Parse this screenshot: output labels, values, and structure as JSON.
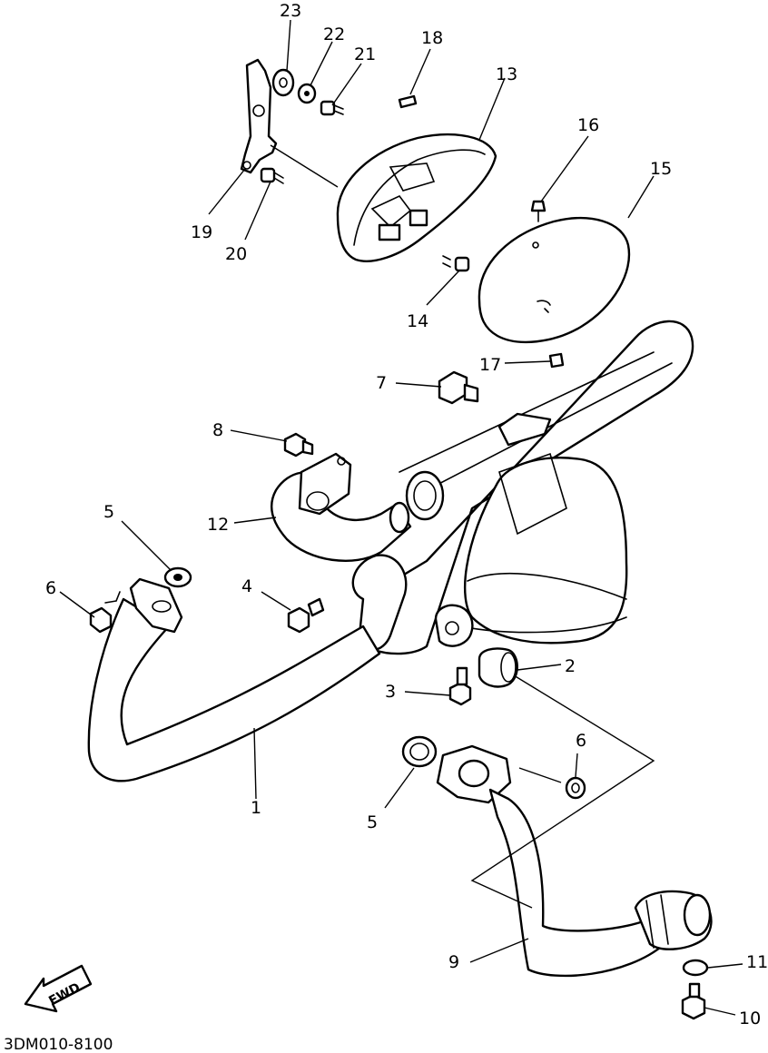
{
  "diagram": {
    "drawing_code": "3DM010-8100",
    "direction_badge": "FWD",
    "callouts": {
      "c1": "1",
      "c2": "2",
      "c3": "3",
      "c4": "4",
      "c5a": "5",
      "c5b": "5",
      "c6a": "6",
      "c6b": "6",
      "c7": "7",
      "c8": "8",
      "c9": "9",
      "c10": "10",
      "c11": "11",
      "c12": "12",
      "c13": "13",
      "c14": "14",
      "c15": "15",
      "c16": "16",
      "c17": "17",
      "c18": "18",
      "c19": "19",
      "c20": "20",
      "c21": "21",
      "c22": "22",
      "c23": "23"
    }
  }
}
